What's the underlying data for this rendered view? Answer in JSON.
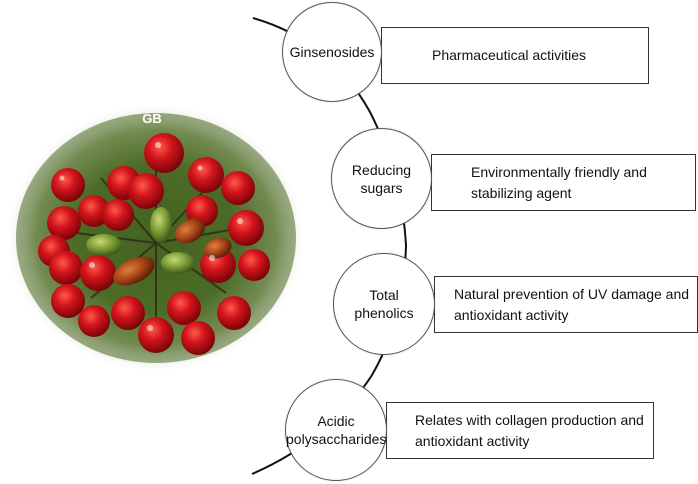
{
  "photo": {
    "label": "GB"
  },
  "components": [
    {
      "name": "Ginsenosides",
      "activity": "Pharmaceutical activities"
    },
    {
      "name": "Reducing sugars",
      "activity": "Environmentally friendly and stabilizing agent"
    },
    {
      "name": "Total phenolics",
      "activity": "Natural prevention of UV damage and antioxidant activity"
    },
    {
      "name": "Acidic polysaccharides",
      "activity": "Relates with collagen production and antioxidant activity"
    }
  ],
  "colors": {
    "berry_red": "#c8141c",
    "berry_green": "#7fa03a",
    "background_green": "#4a6a2a",
    "line": "#111111"
  }
}
